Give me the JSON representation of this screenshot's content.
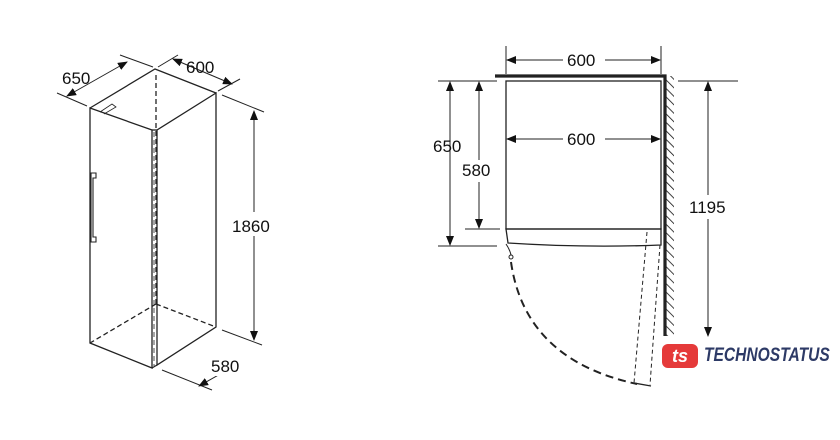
{
  "left_view": {
    "depth_label": "650",
    "width_label": "600",
    "height_label": "1860",
    "bottom_depth_label": "580"
  },
  "top_view": {
    "outer_width_label": "600",
    "inner_width_label": "600",
    "depth_with_door_label": "650",
    "depth_body_label": "580",
    "door_open_depth_label": "1195"
  },
  "watermark": {
    "mark": "ts",
    "text": "TECHNOSTATUS",
    "colors": {
      "mark": "#e53a3a",
      "text": "#2d3a66"
    }
  }
}
